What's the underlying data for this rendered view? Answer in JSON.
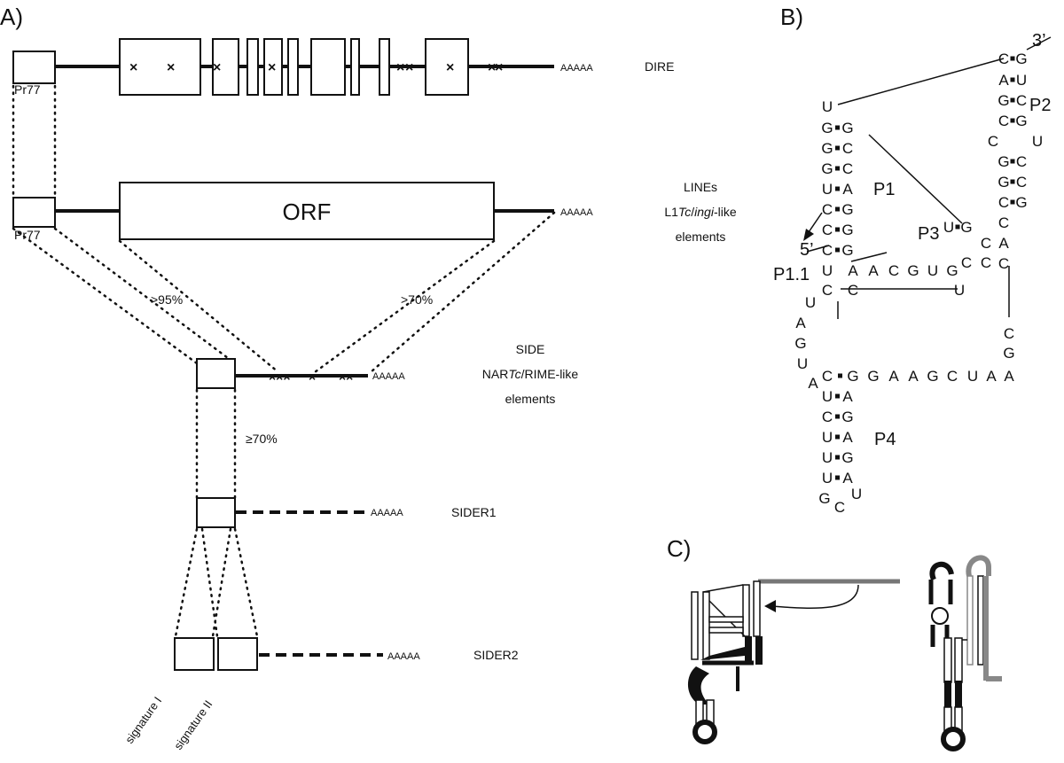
{
  "panels": {
    "a": "A)",
    "b": "B)",
    "c": "C)"
  },
  "panel_a": {
    "dire": {
      "label": "DIRE",
      "promoter": "Pr77",
      "polya": "AAAAA"
    },
    "lines": {
      "label_line1": "LINEs",
      "label_line2_pre": "L1",
      "label_line2_it": "Tc",
      "label_line2_mid": "/",
      "label_line2_it2": "ingi",
      "label_line2_post": "-like",
      "label_line3": "elements",
      "promoter": "Pr77",
      "orf": "ORF",
      "polya": "AAAAA"
    },
    "identity_left": ">95%",
    "identity_right": ">70%",
    "side": {
      "label_line1": "SIDE",
      "label_line2_pre": "NAR",
      "label_line2_it": "Tc",
      "label_line2_post": "/RIME-like",
      "label_line3": "elements",
      "polya": "AAAAA"
    },
    "identity_side": "≥70%",
    "sider1": {
      "label": "SIDER1",
      "polya": "AAAAA"
    },
    "sider2": {
      "label": "SIDER2",
      "polya": "AAAAA"
    },
    "signature_1": "signature I",
    "signature_2": "signature II"
  },
  "panel_b": {
    "three_prime": "3’",
    "five_prime": "5’",
    "helices": {
      "p1": "P1",
      "p1_1": "P1.1",
      "p2": "P2",
      "p3": "P3",
      "p4": "P4"
    },
    "nucleotides": [
      {
        "id": "p2-l1",
        "c": "C"
      },
      {
        "id": "p2-r1",
        "c": "G"
      },
      {
        "id": "p2-l2",
        "c": "A"
      },
      {
        "id": "p2-r2",
        "c": "U"
      },
      {
        "id": "p2-l3",
        "c": "G"
      },
      {
        "id": "p2-r3",
        "c": "C"
      },
      {
        "id": "p2-l4",
        "c": "C"
      },
      {
        "id": "p2-r4",
        "c": "G"
      },
      {
        "id": "p2-bulge-l",
        "c": "C"
      },
      {
        "id": "p2-bulge-r",
        "c": "U"
      },
      {
        "id": "p2-l5",
        "c": "G"
      },
      {
        "id": "p2-r5",
        "c": "C"
      },
      {
        "id": "p2-l6",
        "c": "G"
      },
      {
        "id": "p2-r6",
        "c": "C"
      },
      {
        "id": "p2-l7",
        "c": "C"
      },
      {
        "id": "p2-r7",
        "c": "G"
      },
      {
        "id": "p2-l8",
        "c": "C"
      },
      {
        "id": "p2-l9",
        "c": "A"
      },
      {
        "id": "p3-r1",
        "c": "C"
      },
      {
        "id": "p2-l10",
        "c": "C"
      },
      {
        "id": "p3-r2",
        "c": "C"
      },
      {
        "id": "p3-r3",
        "c": "C"
      },
      {
        "id": "p3-l1",
        "c": "U"
      },
      {
        "id": "p3-l2",
        "c": "G"
      },
      {
        "id": "p1-top",
        "c": "U"
      },
      {
        "id": "p1-l1",
        "c": "G"
      },
      {
        "id": "p1-r1",
        "c": "G"
      },
      {
        "id": "p1-l2",
        "c": "G"
      },
      {
        "id": "p1-r2",
        "c": "C"
      },
      {
        "id": "p1-l3",
        "c": "G"
      },
      {
        "id": "p1-r3",
        "c": "C"
      },
      {
        "id": "p1-l4",
        "c": "U"
      },
      {
        "id": "p1-r4",
        "c": "A"
      },
      {
        "id": "p1-l5",
        "c": "C"
      },
      {
        "id": "p1-r5",
        "c": "G"
      },
      {
        "id": "p1-l6",
        "c": "C"
      },
      {
        "id": "p1-r6",
        "c": "G"
      },
      {
        "id": "p1-l7",
        "c": "C"
      },
      {
        "id": "p1-r7",
        "c": "G"
      },
      {
        "id": "j-u",
        "c": "U"
      },
      {
        "id": "j-a1",
        "c": "A"
      },
      {
        "id": "j-a2",
        "c": "A"
      },
      {
        "id": "j-c",
        "c": "C"
      },
      {
        "id": "j-g1",
        "c": "G"
      },
      {
        "id": "j-u2",
        "c": "U"
      },
      {
        "id": "j-g2",
        "c": "G"
      },
      {
        "id": "j-cl",
        "c": "C"
      },
      {
        "id": "j-cm",
        "c": "C"
      },
      {
        "id": "j-u3",
        "c": "U"
      },
      {
        "id": "l-u",
        "c": "U"
      },
      {
        "id": "l-a",
        "c": "A"
      },
      {
        "id": "l-g",
        "c": "G"
      },
      {
        "id": "l-u2",
        "c": "U"
      },
      {
        "id": "l-a2",
        "c": "A"
      },
      {
        "id": "r-c",
        "c": "C"
      },
      {
        "id": "r-g",
        "c": "G"
      },
      {
        "id": "b-c",
        "c": "C"
      },
      {
        "id": "b-g1",
        "c": "G"
      },
      {
        "id": "b-g2",
        "c": "G"
      },
      {
        "id": "b-a1",
        "c": "A"
      },
      {
        "id": "b-a2",
        "c": "A"
      },
      {
        "id": "b-g3",
        "c": "G"
      },
      {
        "id": "b-c2",
        "c": "C"
      },
      {
        "id": "b-u",
        "c": "U"
      },
      {
        "id": "b-a3",
        "c": "A"
      },
      {
        "id": "b-a4",
        "c": "A"
      },
      {
        "id": "p4-l1",
        "c": "U"
      },
      {
        "id": "p4-r1",
        "c": "A"
      },
      {
        "id": "p4-l2",
        "c": "C"
      },
      {
        "id": "p4-r2",
        "c": "G"
      },
      {
        "id": "p4-l3",
        "c": "U"
      },
      {
        "id": "p4-r3",
        "c": "A"
      },
      {
        "id": "p4-l4",
        "c": "U"
      },
      {
        "id": "p4-r4",
        "c": "G"
      },
      {
        "id": "p4-l5",
        "c": "U"
      },
      {
        "id": "p4-r5",
        "c": "A"
      },
      {
        "id": "p4-loop-l",
        "c": "G"
      },
      {
        "id": "p4-loop-m",
        "c": "C"
      },
      {
        "id": "p4-loop-r",
        "c": "U"
      }
    ]
  }
}
